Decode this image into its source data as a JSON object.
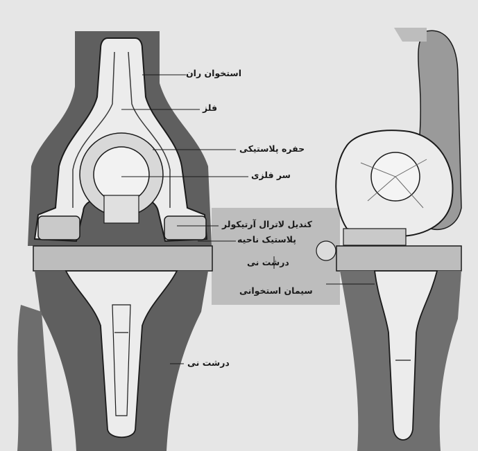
{
  "labels": {
    "femur": "استخوان ران",
    "metal": "فلز",
    "plastic_socket": "حفره پلاستیکی",
    "metal_head": "سر فلزی",
    "lateral_condyle": "کندیل لاترال آرتیکولر",
    "plastic_part": "پلاستیک ناحیه",
    "tibia_upper": "درشت نی",
    "bone_cement": "سیمان استخوانی",
    "tibia_lower": "درشت نی"
  },
  "colors": {
    "background": "#e6e6e6",
    "bone_dark": "#5f5f5f",
    "bone_mid": "#8a8a8a",
    "metal_light": "#ececec",
    "plastic": "#c9c9c9",
    "line": "#1a1a1a"
  }
}
